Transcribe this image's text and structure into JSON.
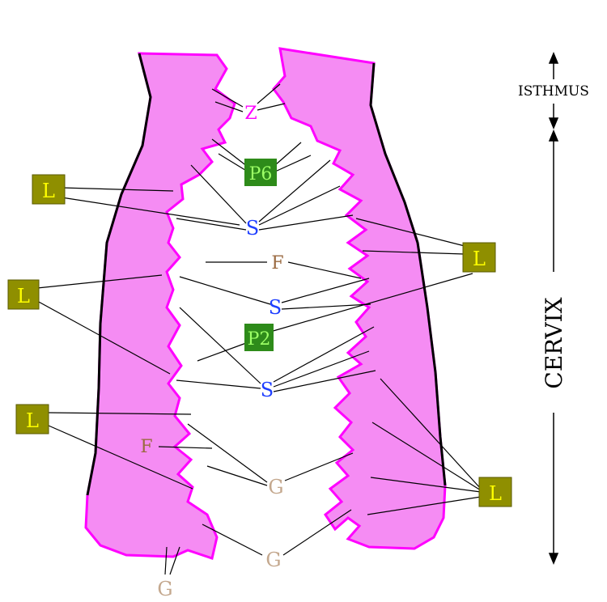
{
  "colors": {
    "tissue_fill": "#f58cf3",
    "tissue_edge": "#ff00ff",
    "outline": "#000000",
    "leader": "#000000",
    "box_yellow_bg": "#8f8f00",
    "box_yellow_text": "#ffff00",
    "box_green_bg": "#2e8b1a",
    "box_green_text": "#9cff66",
    "text_blue": "#1f3fff",
    "text_magenta": "#ff00ff",
    "text_brown": "#9a6a40",
    "text_tan": "#c4a88e"
  },
  "labels": {
    "isthmus": "ISTHMUS",
    "cervix": "CERVIX",
    "z": "Z",
    "p6": "P6",
    "p2": "P2",
    "s": "S",
    "l": "L",
    "f": "F",
    "g": "G"
  }
}
